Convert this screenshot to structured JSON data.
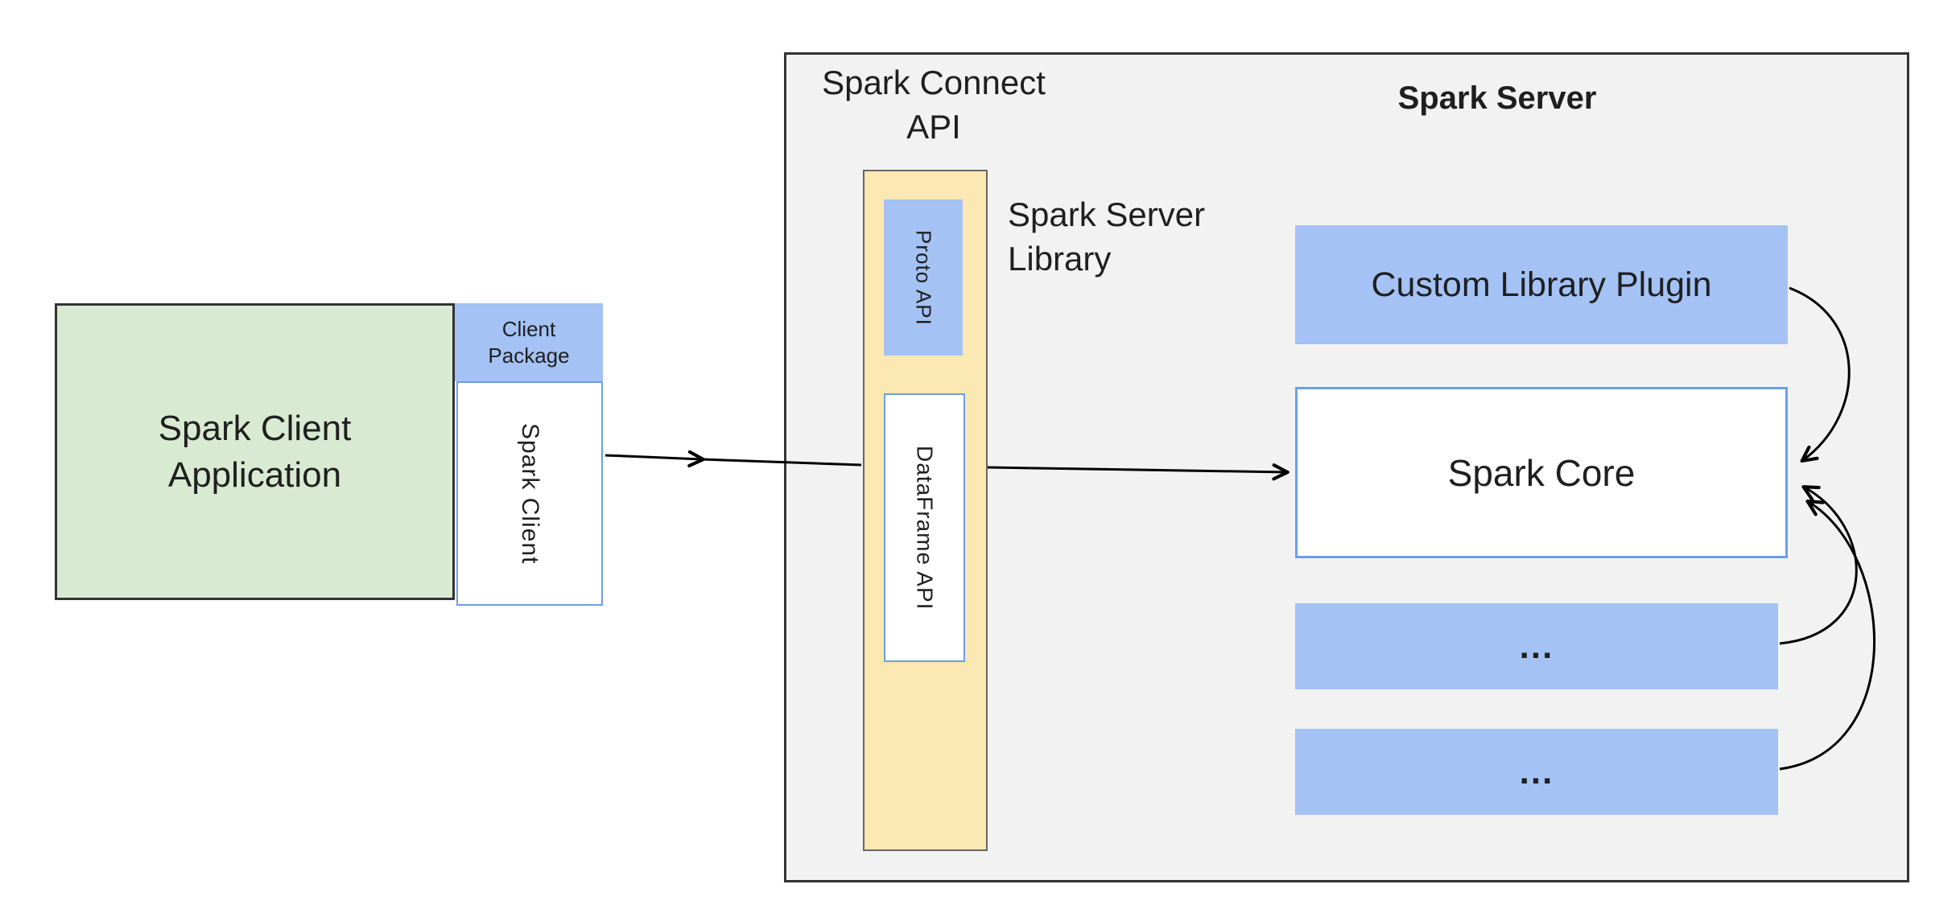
{
  "colors": {
    "green": "#d9ead3",
    "blue": "#a4c2f4",
    "yellow": "#fce8b2",
    "gray": "#f2f2f2",
    "blue-border": "#6d9eeb",
    "line": "#000000"
  },
  "client": {
    "application_label": "Spark Client\nApplication",
    "package_label": "Client\nPackage",
    "spark_client_label": "Spark Client"
  },
  "server": {
    "connect_api_label": "Spark Connect\nAPI",
    "title": "Spark Server",
    "library_label": "Spark Server\nLibrary",
    "proto_api_label": "Proto API",
    "dataframe_api_label": "DataFrame API",
    "custom_plugin_label": "Custom Library Plugin",
    "spark_core_label": "Spark Core",
    "ellipsis_1": "...",
    "ellipsis_2": "..."
  }
}
